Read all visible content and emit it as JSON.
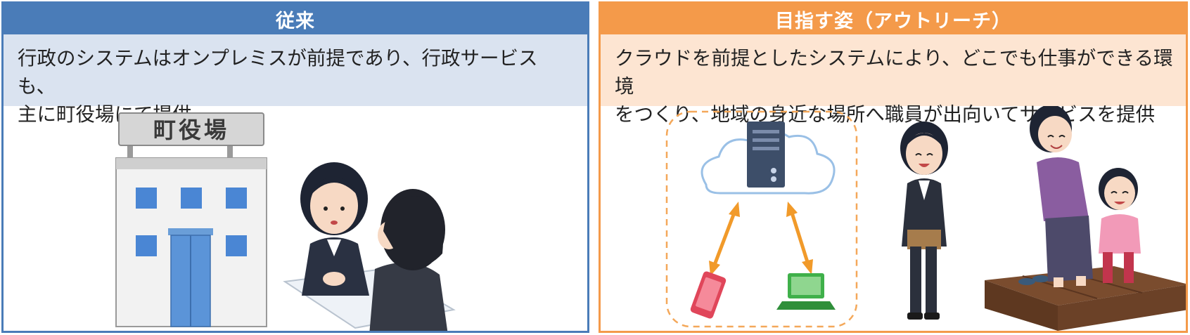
{
  "left": {
    "title": "従来",
    "line1": "行政のシステムはオンプレミスが前提であり、行政サービスも、",
    "line2": "主に町役場にて提供",
    "sign": "町役場"
  },
  "right": {
    "title": "目指す姿（アウトリーチ）",
    "line1": "クラウドを前提としたシステムにより、どこでも仕事ができる環境",
    "line2": "をつくり、地域の身近な場所へ職員が出向いてサービスを提供"
  },
  "colors": {
    "left_accent": "#4a7cb8",
    "left_desc_bg": "#dae3f0",
    "right_accent": "#f49a4a",
    "right_desc_bg": "#fde5d2"
  }
}
